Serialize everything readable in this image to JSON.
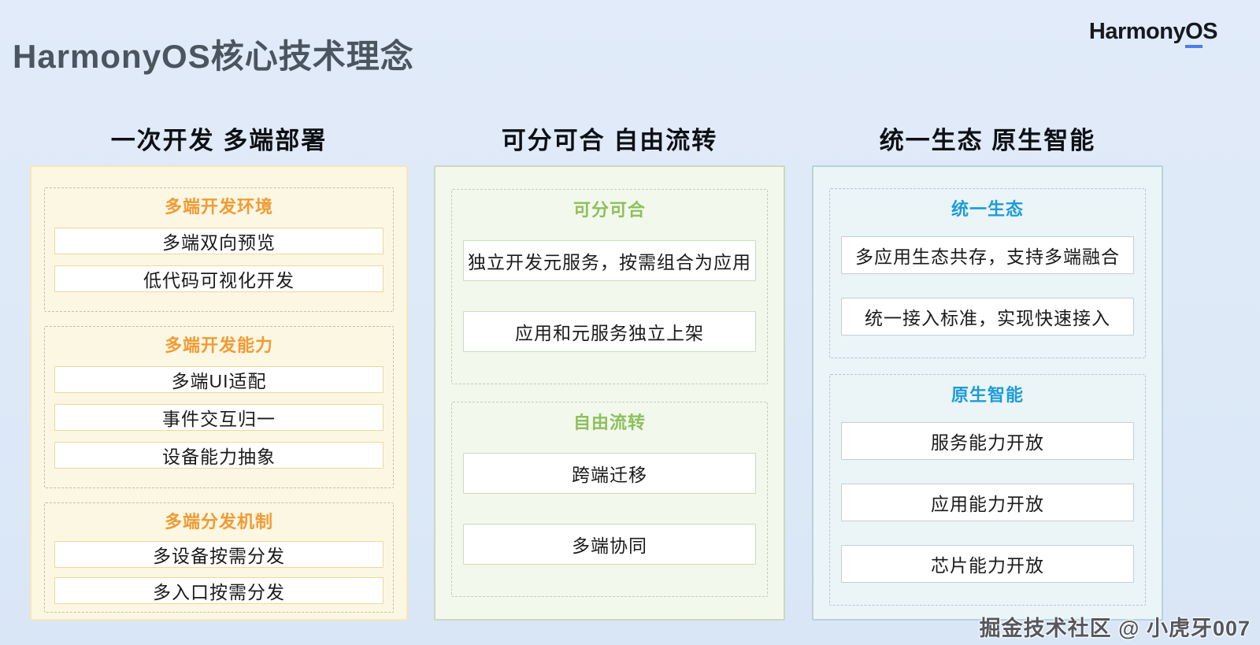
{
  "page": {
    "title": "HarmonyOS核心技术理念",
    "logo_prefix": "Harmony",
    "logo_o": "O",
    "logo_suffix": "S",
    "watermark": "掘金技术社区 @ 小虎牙007"
  },
  "colors": {
    "background": "#dde9f7",
    "orange_accent": "#f09b36",
    "green_accent": "#8cc05c",
    "blue_accent": "#1e9cd7",
    "logo_underline": "#4c7de8"
  },
  "columns": [
    {
      "header": "一次开发 多端部署",
      "theme": "yellow",
      "sections": [
        {
          "title": "多端开发环境",
          "items": [
            "多端双向预览",
            "低代码可视化开发"
          ]
        },
        {
          "title": "多端开发能力",
          "items": [
            "多端UI适配",
            "事件交互归一",
            "设备能力抽象"
          ]
        },
        {
          "title": "多端分发机制",
          "items": [
            "多设备按需分发",
            "多入口按需分发"
          ]
        }
      ]
    },
    {
      "header": "可分可合 自由流转",
      "theme": "green",
      "sections": [
        {
          "title": "可分可合",
          "items": [
            "独立开发元服务，按需组合为应用",
            "应用和元服务独立上架"
          ]
        },
        {
          "title": "自由流转",
          "items": [
            "跨端迁移",
            "多端协同"
          ]
        }
      ]
    },
    {
      "header": "统一生态 原生智能",
      "theme": "blue",
      "sections": [
        {
          "title": "统一生态",
          "items": [
            "多应用生态共存，支持多端融合",
            "统一接入标准，实现快速接入"
          ]
        },
        {
          "title": "原生智能",
          "items": [
            "服务能力开放",
            "应用能力开放",
            "芯片能力开放"
          ]
        }
      ]
    }
  ]
}
